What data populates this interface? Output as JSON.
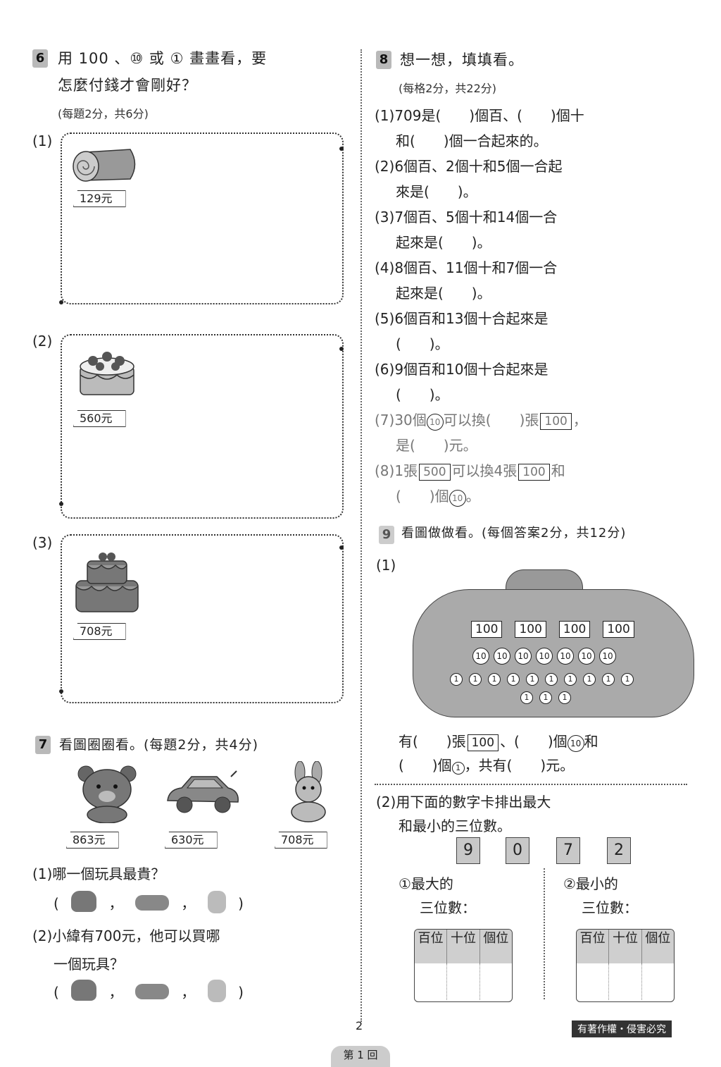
{
  "q6": {
    "num": "6",
    "title_line1": "用 100 、⑩ 或 ① 畫畫看，要",
    "title_line2": "怎麼付錢才會剛好？",
    "score": "(每題2分，共6分)",
    "items": [
      {
        "label": "(1)",
        "price": "129元"
      },
      {
        "label": "(2)",
        "price": "560元"
      },
      {
        "label": "(3)",
        "price": "708元"
      }
    ]
  },
  "q7": {
    "num": "7",
    "title": "看圖圈圈看。(每題2分，共4分)",
    "toys": [
      {
        "name": "bear",
        "price": "863元"
      },
      {
        "name": "car",
        "price": "630元"
      },
      {
        "name": "rabbit",
        "price": "708元"
      }
    ],
    "sub1": "(1)哪一個玩具最貴？",
    "sub2_line1": "(2)小緯有700元，他可以買哪",
    "sub2_line2": "一個玩具？",
    "paren_open": "(",
    "paren_close": ")",
    "comma": "，"
  },
  "q8": {
    "num": "8",
    "title": "想一想，填填看。",
    "score": "(每格2分，共22分)",
    "lines": [
      "(1)709是(　　)個百、(　　)個十",
      "和(　　)個一合起來的。",
      "(2)6個百、2個十和5個一合起",
      "來是(　　)。",
      "(3)7個百、5個十和14個一合",
      "起來是(　　)。",
      "(4)8個百、11個十和7個一合",
      "起來是(　　)。",
      "(5)6個百和13個十合起來是",
      "(　　)。",
      "(6)9個百和10個十合起來是",
      "(　　)。"
    ],
    "l7a": "(7)30個",
    "l7b": "可以換(　　)張",
    "l7c": "，",
    "l7d": "是(　　)元。",
    "l8a": "(8)1張",
    "l8b": "可以換4張",
    "l8c": "和",
    "l8d": "(　　)個",
    "l8e": "。",
    "note500": "500",
    "note100": "100",
    "coin10": "10"
  },
  "q9": {
    "num": "9",
    "title": "看圖做做看。(每個答案2分，共12分)",
    "sub1": "(1)",
    "notes": [
      "100",
      "100",
      "100",
      "100"
    ],
    "coins10": [
      "10",
      "10",
      "10",
      "10",
      "10",
      "10",
      "10"
    ],
    "coins1_row1": [
      "1",
      "1",
      "1",
      "1",
      "1",
      "1",
      "1",
      "1",
      "1",
      "1"
    ],
    "coins1_row2": [
      "1",
      "1",
      "1"
    ],
    "ans_l1a": "有(　　)張",
    "ans_l1b": "、(　　)個",
    "ans_l1c": "和",
    "ans_l2a": "(　　)個",
    "ans_l2b": "，共有(　　)元。",
    "sub2_line1": "(2)用下面的數字卡排出最大",
    "sub2_line2": "和最小的三位數。",
    "cards": [
      "9",
      "0",
      "7",
      "2"
    ],
    "max_title": "①最大的",
    "min_title": "②最小的",
    "three_digit": "三位數：",
    "table_headers": [
      "百位",
      "十位",
      "個位"
    ]
  },
  "footer": {
    "page": "2",
    "copyright": "有著作權・侵害必究",
    "round": "第 1 回"
  }
}
